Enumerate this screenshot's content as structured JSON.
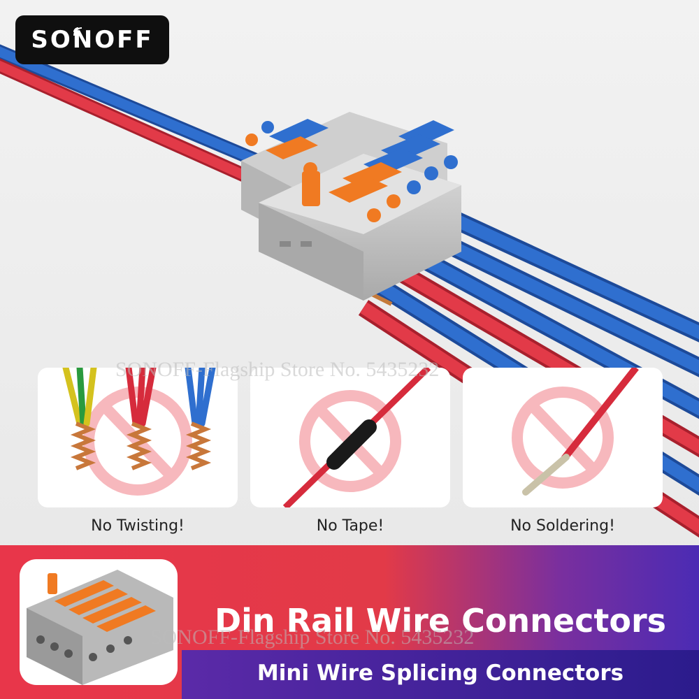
{
  "brand": {
    "logo_text": "SONOFF"
  },
  "watermark": {
    "text": "SONOFF-Flagship Store No. 5435232"
  },
  "features": [
    {
      "caption": "No Twisting!"
    },
    {
      "caption": "No Tape!"
    },
    {
      "caption": "No Soldering!"
    }
  ],
  "banner": {
    "title": "Din Rail Wire Connectors",
    "subtitle": "Mini Wire Splicing Connectors"
  },
  "colors": {
    "red": "#e23a48",
    "blue": "#2f6fcf",
    "orange": "#f07a22",
    "grey": "#c9c9c9",
    "purple": "#5a2fb8"
  }
}
